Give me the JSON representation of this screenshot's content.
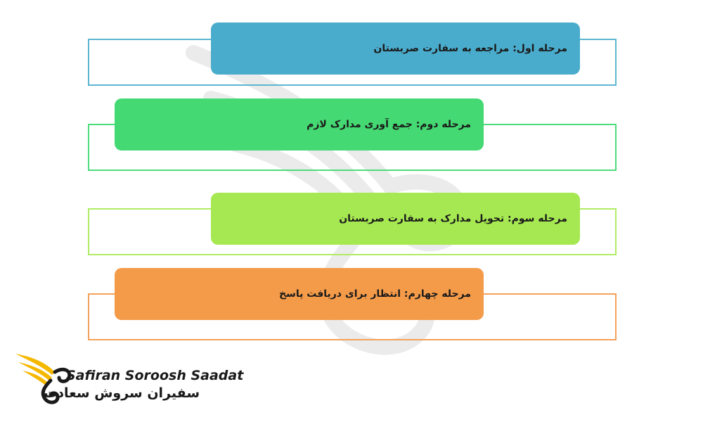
{
  "steps": [
    {
      "label": "مرحله اول: مراجعه به سفارت صربستان",
      "fill": "#4aaccc",
      "outline": "#5bb6cf"
    },
    {
      "label": "مرحله دوم: جمع آوری مدارک لازم",
      "fill": "#45d973",
      "outline": "#4fdc7c"
    },
    {
      "label": "مرحله سوم: تحویل مدارک به سفارت صربستان",
      "fill": "#a6e852",
      "outline": "#b0ec63"
    },
    {
      "label": "مرحله چهارم: انتظار برای دریافت پاسخ",
      "fill": "#f49b4a",
      "outline": "#f3a15a"
    }
  ],
  "logo": {
    "latin": "Safiran Soroosh Saadat",
    "persian": "سفیران سروش سعادت",
    "mark_icon": "golden-wings-swan-icon",
    "colors": {
      "wing": "#f5b800",
      "ink": "#1a1a1a"
    }
  },
  "watermark": {
    "icon": "wings-swan-watermark-icon"
  }
}
